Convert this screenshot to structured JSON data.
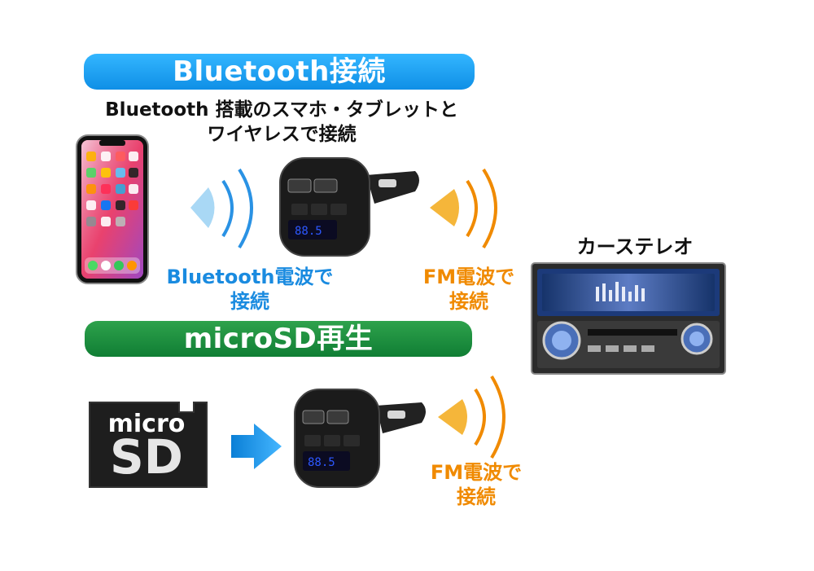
{
  "bluetooth": {
    "banner": "Bluetooth接続",
    "caption_line1": "Bluetooth 搭載のスマホ・タブレットと",
    "caption_line2": "ワイヤレスで接続",
    "wave_label_line1": "Bluetooth電波で",
    "wave_label_line2": "接続",
    "fm_label_line1": "FM電波で",
    "fm_label_line2": "接続"
  },
  "microsd": {
    "banner": "microSD再生",
    "card_top": "micro",
    "card_bottom": "SD",
    "fm_label_line1": "FM電波で",
    "fm_label_line2": "接続"
  },
  "stereo": {
    "title": "カーステレオ"
  },
  "colors": {
    "bluetooth_blue": "#1a8be0",
    "fm_orange": "#f08a00",
    "microsd_green": "#1a8c3c"
  }
}
